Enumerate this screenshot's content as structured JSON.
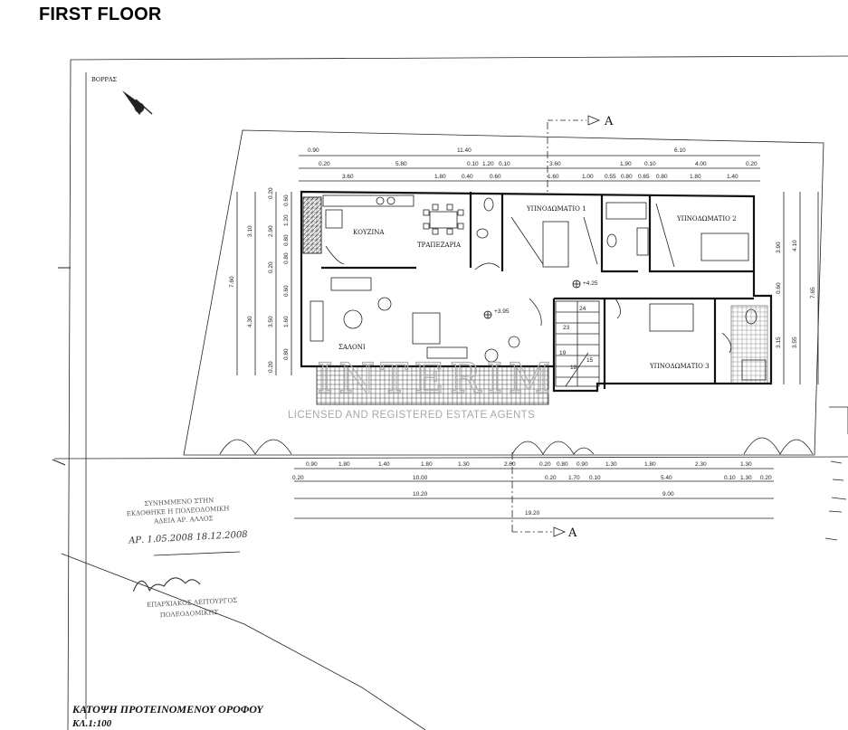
{
  "heading": "FIRST FLOOR",
  "north_label": "ΒΟΡΡΑΣ",
  "section_marker": "A",
  "rooms": {
    "kitchen": "ΚΟΥΖΙΝΑ",
    "dining": "ΤΡΑΠΕΖΑΡΙΑ",
    "living": "ΣΑΛΟΝΙ",
    "bedroom1": "ΥΠΝΟΔΩΜΑΤΙΟ 1",
    "bedroom2": "ΥΠΝΟΔΩΜΑΤΙΟ 2",
    "bedroom3": "ΥΠΝΟΔΩΜΑΤΙΟ 3"
  },
  "levels": {
    "hall": "+4.25",
    "living": "+3.95"
  },
  "stair_numbers": [
    "23",
    "24",
    "19",
    "18",
    "15"
  ],
  "top_dimensions": {
    "row1": [
      "0.90",
      "11.40",
      "6.10"
    ],
    "row2": [
      "0.20",
      "5.80",
      "0.10",
      "1.20",
      "0.10",
      "3.60",
      "1.90",
      "0.10",
      "4.00",
      "0.20"
    ],
    "row3": [
      "3.60",
      "1.80",
      "0.40",
      "0.60",
      "1.60",
      "1.00",
      "0.55",
      "0.80",
      "0.65",
      "0.80",
      "1.80",
      "1.40"
    ]
  },
  "bottom_dimensions": {
    "row1": [
      "0.90",
      "1.80",
      "1.40",
      "1.80",
      "1.30",
      "2.60",
      "0.20",
      "0.80",
      "0.90",
      "1.30",
      "1.80",
      "2.30",
      "1.30"
    ],
    "row2": [
      "0.20",
      "10.00",
      "0.20",
      "1.70",
      "0.10",
      "5.40",
      "0.10",
      "1.30",
      "0.20"
    ],
    "row3": [
      "10.20",
      "9.00"
    ],
    "row4": [
      "19.20"
    ]
  },
  "left_dimensions": {
    "outer": [
      "7.60"
    ],
    "mid": [
      "3.10",
      "4.30"
    ],
    "inner": [
      "0.20",
      "2.90",
      "0.20",
      "3.50",
      "0.20"
    ],
    "inner2": [
      "0.60",
      "1.20",
      "0.80",
      "0.80",
      "0.60",
      "1.60",
      "0.80"
    ]
  },
  "right_dimensions": {
    "outer": [
      "7.65"
    ],
    "mid": [
      "4.10",
      "3.55"
    ],
    "inner": [
      "3.90",
      "0.60",
      "3.15"
    ]
  },
  "watermark": {
    "letters": "INTERIM",
    "subtitle": "LICENSED AND REGISTERED ESTATE AGENTS"
  },
  "stamp": {
    "line1": "ΣΥΝΗΜΜΕΝΟ ΣΤΗΝ",
    "line2": "ΕΚΔΟΘΗΚΕ Η ΠΟΛΕΟΔΟΜΙΚΗ",
    "line3": "ΑΔΕΙΑ ΑΡ. ΑΛΛΟΣ",
    "handwritten": "ΑΡ. 1.05.2008 18.12.2008",
    "sign1": "ΕΠΑΡΧΙΑΚΟΣ ΛΕΙΤΟΥΡΓΟΣ",
    "sign2": "ΠΟΛΕΟΔΟΜΙΚΗΣ"
  },
  "caption": {
    "title": "ΚΑΤΟΨΗ ΠΡΟΤΕΙΝΟΜΕΝΟΥ ΟΡΟΦΟΥ",
    "scale": "ΚΛ.1:100"
  },
  "colors": {
    "ink": "#111111",
    "watermark": "#b0b0b0",
    "paper": "#ffffff"
  }
}
